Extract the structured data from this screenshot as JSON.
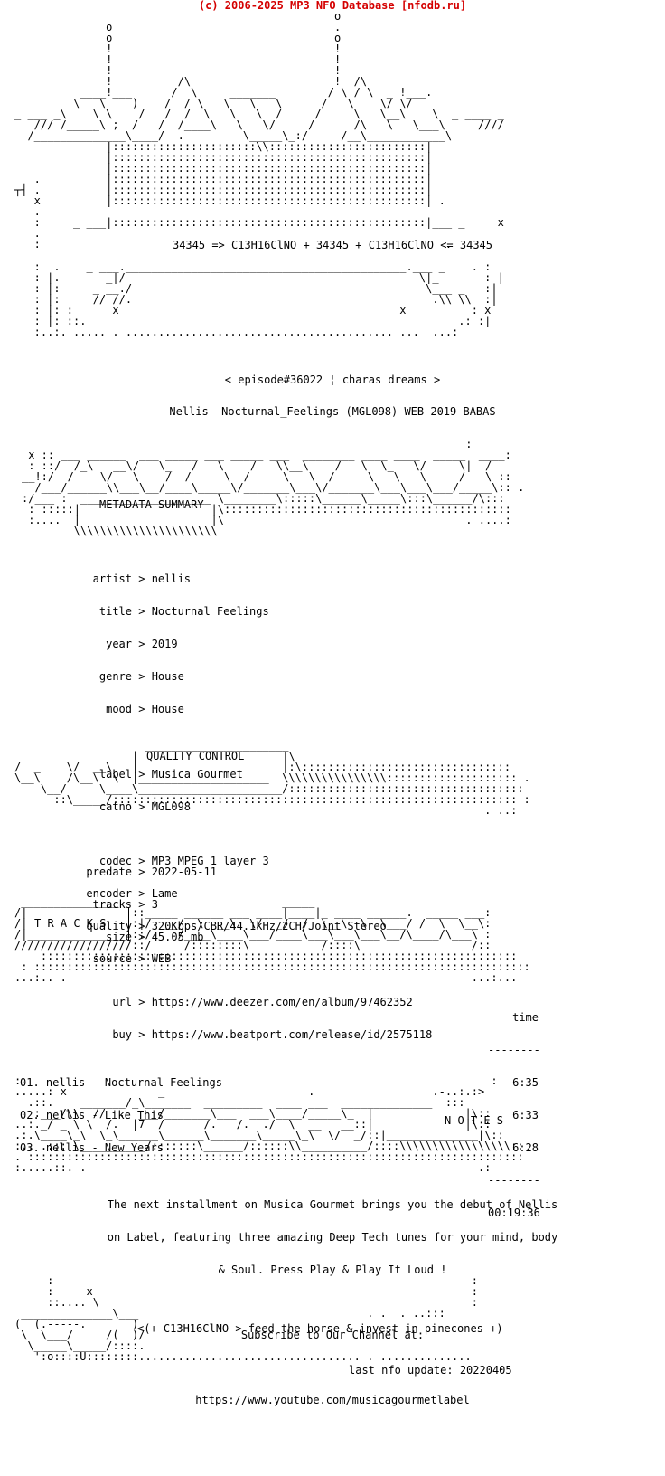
{
  "header": "(c) 2006-2025 MP3 NFO Database [nfodb.ru]",
  "banner_title": "+ FRIENDSHIP IS MAGIC +",
  "formula": "34345 => C13H16ClNO + 34345 + C13H16ClNO <= 34345",
  "episode": "< episode#36022 ¦ charas dreams >",
  "release_name": "Nellis--Nocturnal_Feelings-(MGL098)-WEB-2019-BABAS",
  "sections": {
    "metadata": "METADATA SUMMARY",
    "quality": "QUALITY CONTROL",
    "tracks": "T R A C K S",
    "notes": "N O T E S"
  },
  "metadata": [
    {
      "key": "artist",
      "value": "nellis"
    },
    {
      "key": "title",
      "value": "Nocturnal Feelings"
    },
    {
      "key": "year",
      "value": "2019"
    },
    {
      "key": "genre",
      "value": "House"
    },
    {
      "key": "mood",
      "value": "House"
    },
    {
      "key": "label",
      "value": "Musica Gourmet"
    },
    {
      "key": "catno",
      "value": "MGL098"
    },
    {
      "key": "predate",
      "value": "2022-05-11"
    },
    {
      "key": "tracks",
      "value": "3"
    },
    {
      "key": "size",
      "value": "45.05 mb"
    },
    {
      "key": "url",
      "value": "https://www.deezer.com/en/album/97462352"
    },
    {
      "key": "buy",
      "value": "https://www.beatport.com/release/id/2575118"
    }
  ],
  "quality": [
    {
      "key": "codec",
      "value": "MP3 MPEG 1 layer 3"
    },
    {
      "key": "encoder",
      "value": "Lame"
    },
    {
      "key": "quality",
      "value": "320Kbps/CBR/44.1kHz/2CH/Joint Stereo"
    },
    {
      "key": "source",
      "value": "WEB"
    }
  ],
  "tracklist": {
    "time_header": "time",
    "rows": [
      {
        "name": "01. nellis - Nocturnal Feelings",
        "time": "6:35"
      },
      {
        "name": "02. nellis - Like This",
        "time": "6:33"
      },
      {
        "name": "03. nellis - New Years",
        "time": "6:28"
      }
    ],
    "total": "00:19:36"
  },
  "notes": {
    "line1": "The next installment on Musica Gourmet brings you the debut of Nellis",
    "line2": "on Label, featuring three amazing Deep Tech tunes for your mind, body",
    "line3": "& Soul. Press Play & Play It Loud !",
    "subscribe": "Subscribe to Our Channel at:",
    "channel_url": "https://www.youtube.com/musicagourmetlabel"
  },
  "footer": {
    "slogan": "<(+ C13H16ClNO > feed the horse & invest in pinecones +)",
    "last_update": "last nfo update: 20220405"
  }
}
